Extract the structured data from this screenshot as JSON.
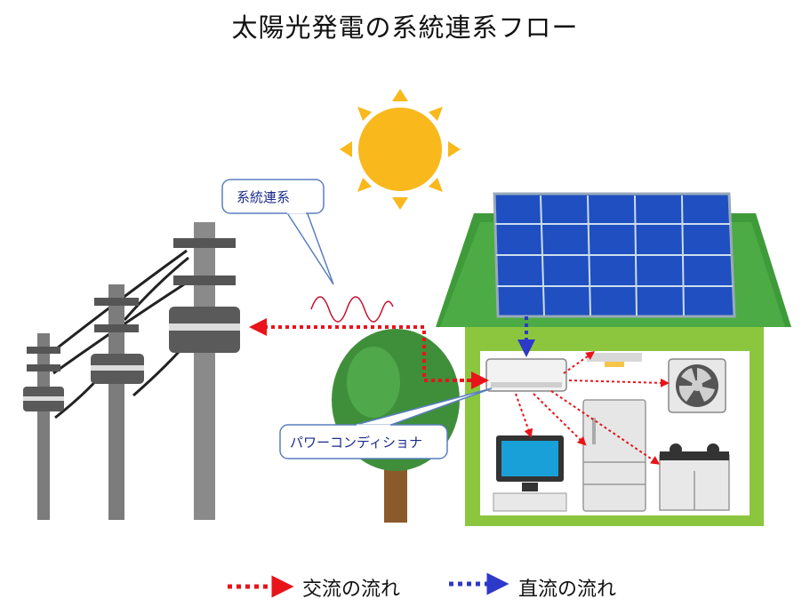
{
  "title": "太陽光発電の系統連系フロー",
  "callouts": {
    "grid": "系統連系",
    "inverter": "パワーコンディショナ"
  },
  "legend": {
    "ac_label": "交流の流れ",
    "dc_label": "直流の流れ"
  },
  "colors": {
    "ac_flow": "#e8141a",
    "dc_flow": "#2d39c8",
    "roof": "#3f9b3a",
    "house_wall": "#8cc63f",
    "sun": "#f9b81b",
    "panel": "#1f4fc0",
    "pole": "#7c7c7c",
    "tree_leaf": "#3f8f3a",
    "tree_trunk": "#8b5a2b"
  }
}
